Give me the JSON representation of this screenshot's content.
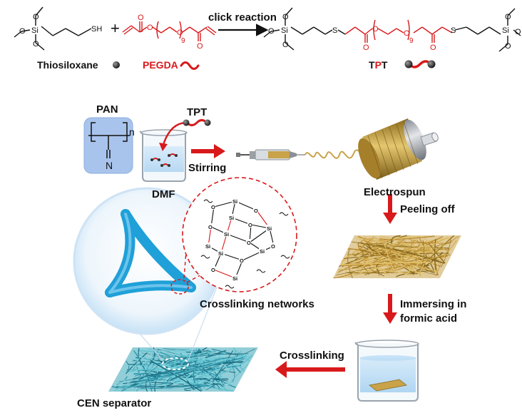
{
  "reaction": {
    "reactant1": "Thiosiloxane",
    "reactant2": "PEGDA",
    "arrow_label": "click reaction",
    "product_prefix": "T",
    "product_mid": "P",
    "product_suffix": "T",
    "repeat_n": "9",
    "atoms": {
      "si": "Si",
      "o": "O",
      "sh": "SH",
      "s": "S",
      "n": "N"
    }
  },
  "process": {
    "pan_label": "PAN",
    "pan_repeat": "n",
    "tpt_label": "TPT",
    "solvent_label": "DMF",
    "step_stirring": "Stirring",
    "step_electrospun": "Electrospun",
    "step_peeling": "Peeling off",
    "step_immersing_1": "Immersing in",
    "step_immersing_2": "formic acid",
    "step_crosslinking": "Crosslinking",
    "network_label": "Crosslinking networks",
    "product_label": "CEN separator"
  },
  "colors": {
    "red": "#d8191b",
    "blue_fiber": "#1fa0d8",
    "gold_fiber": "#c9a24a",
    "teal_fiber": "#3aa6b8",
    "pan_box": "#a9c4ec",
    "black": "#111111"
  }
}
